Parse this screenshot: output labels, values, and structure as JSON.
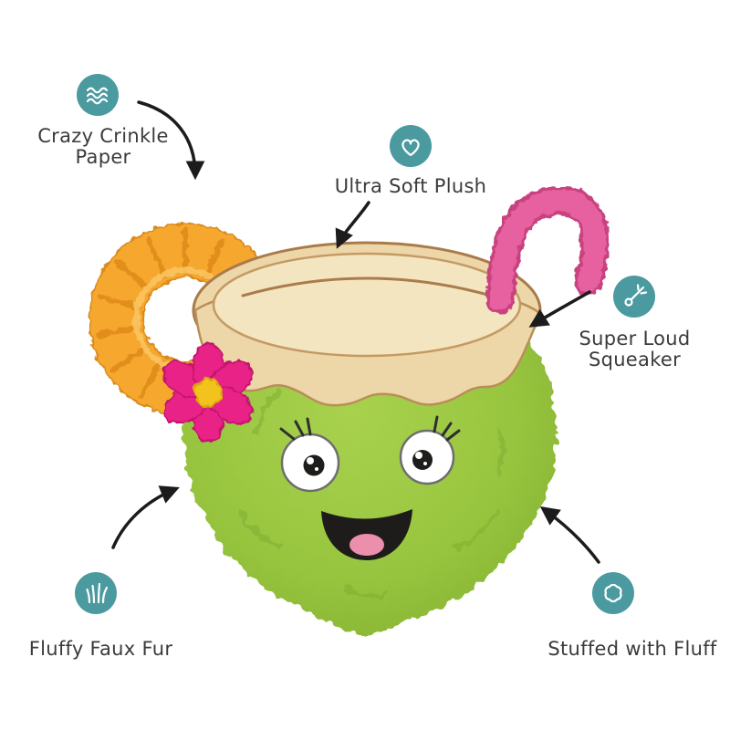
{
  "figure": {
    "description": "Plush coconut tropical drink dog toy with smiling face, pink straw, pineapple ring and flower, annotated with five feature callouts"
  },
  "callouts": [
    {
      "label": "Crazy Crinkle Paper",
      "icon": "crinkle-paper-icon"
    },
    {
      "label": "Ultra Soft Plush",
      "icon": "soft-plush-heart-icon"
    },
    {
      "label": "Super Loud Squeaker",
      "icon": "squeaker-icon"
    },
    {
      "label": "Fluffy Faux Fur",
      "icon": "faux-fur-icon"
    },
    {
      "label": "Stuffed with Fluff",
      "icon": "fluff-icon"
    }
  ],
  "colors": {
    "icon_circle": "#4A9AA0",
    "label_text": "#3B3B3B",
    "arrow": "#1C1C1C",
    "coconut_green": "#97C43E",
    "coconut_rim_cream": "#F4E5C1",
    "coconut_rim_tan": "#EDD6A8",
    "rim_outline_brown": "#A97B4B",
    "straw_pink": "#E7609F",
    "pineapple_orange": "#F5A72E",
    "flower_pink": "#E82186",
    "flower_center_yellow": "#F1C31B",
    "tongue_pink": "#EC8FAC",
    "background": "#FFFFFF"
  }
}
